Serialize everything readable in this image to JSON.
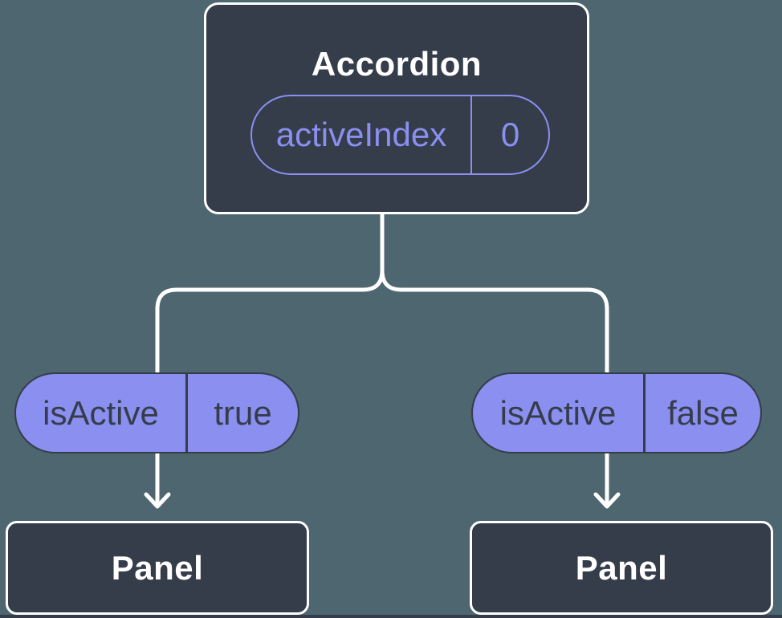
{
  "canvas": {
    "background_color": "#4d6670",
    "node_fill_color": "#353d4b",
    "accent_purple": "#8a8ff0",
    "connector_color": "#ffffff"
  },
  "accordion": {
    "title": "Accordion",
    "state": {
      "name": "activeIndex",
      "value": "0"
    }
  },
  "props": [
    {
      "name": "isActive",
      "value": "true"
    },
    {
      "name": "isActive",
      "value": "false"
    }
  ],
  "panels": [
    {
      "title": "Panel"
    },
    {
      "title": "Panel"
    }
  ]
}
